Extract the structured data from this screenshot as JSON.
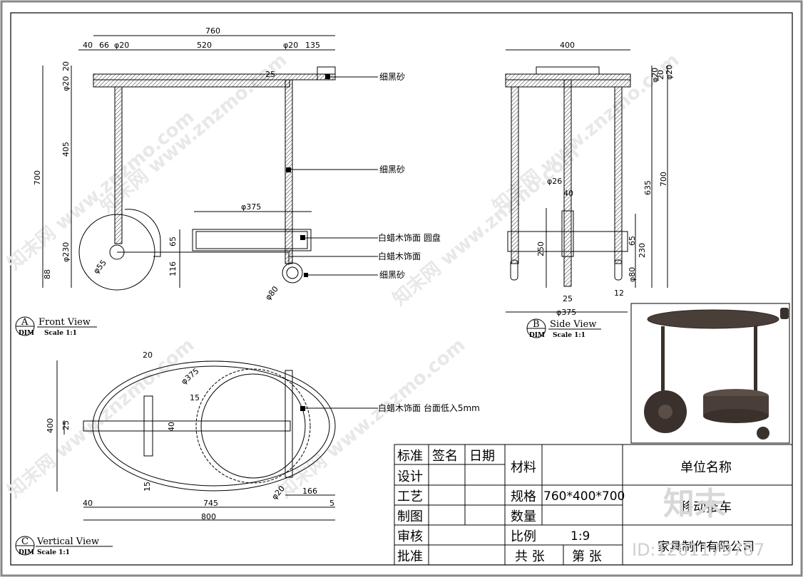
{
  "watermark": {
    "text": "知末网 www.znzmo.com",
    "logo": "知末",
    "id_text": "ID:1201179787"
  },
  "views": {
    "front": {
      "letter": "A",
      "title": "Front View",
      "tag": "DIM",
      "scale": "Scale 1:1"
    },
    "side": {
      "letter": "B",
      "title": "Side View",
      "tag": "DIM",
      "scale": "Scale 1:1"
    },
    "vertical": {
      "letter": "C",
      "title": "Vertical View",
      "tag": "DIM",
      "scale": "Scale 1:1"
    }
  },
  "front_dims": {
    "total": "760",
    "d40": "40",
    "d66": "66",
    "d20a": "φ20",
    "d520": "520",
    "d20b": "φ20",
    "d135": "135",
    "h20": "20",
    "h20b": "φ20",
    "h700": "700",
    "h405": "405",
    "h230": "φ230",
    "h88": "88",
    "d25": "25",
    "tray": "φ375",
    "h65": "65",
    "h116": "116",
    "w55": "φ55",
    "w80": "φ80"
  },
  "side_dims": {
    "total": "400",
    "h20a": "φ20",
    "h20b": "20",
    "h20c": "φ20",
    "h700": "700",
    "h635": "635",
    "d26": "φ26",
    "d40": "40",
    "h250": "250",
    "h65": "65",
    "h230": "230",
    "d80": "φ80",
    "d25": "25",
    "d12": "12",
    "tray": "φ375"
  },
  "vert_dims": {
    "d20": "20",
    "d375": "φ375",
    "d15": "15",
    "d40": "40",
    "h400": "400",
    "d25": "25",
    "d15b": "15",
    "d20b": "φ20",
    "d166": "166",
    "w40": "40",
    "w745": "745",
    "w5": "5",
    "w800": "800"
  },
  "callouts": {
    "sand1": "细黑砂",
    "sand2": "细黑砂",
    "tray": "白蜡木饰面 圆盘",
    "wood": "白蜡木饰面",
    "sand3": "细黑砂",
    "top": "白蜡木饰面 台面低入5mm"
  },
  "title_block": {
    "standard": "标准",
    "sign": "签名",
    "date": "日期",
    "material": "材料",
    "unit": "单位名称",
    "design": "设计",
    "craft": "工艺",
    "spec_label": "规格",
    "spec_value": "760*400*700",
    "draw": "制图",
    "qty": "数量",
    "product": "移动推车",
    "review": "审核",
    "ratio_label": "比例",
    "ratio_value": "1:9",
    "approve": "批准",
    "total_sheets": "共   张",
    "sheet_no": "第   张",
    "company": "家具制作有限公司"
  }
}
